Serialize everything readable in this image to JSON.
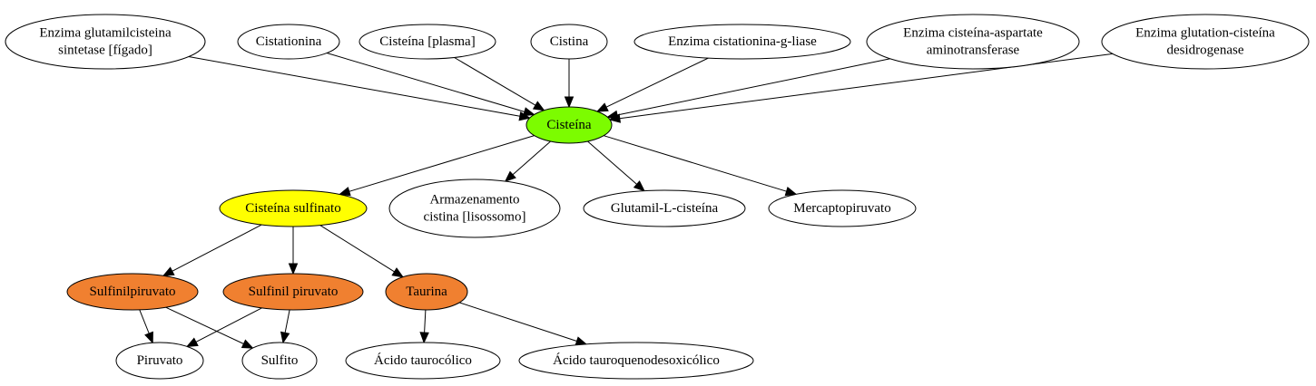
{
  "diagram": {
    "colors": {
      "center": "#7cfc00",
      "intermediate": "#ffff00",
      "product": "#f08030",
      "default": "#ffffff"
    },
    "nodes": [
      {
        "id": "glutamilcisteina",
        "lines": [
          "Enzima glutamilcisteina",
          "sintetase [fígado]"
        ],
        "fill": "default"
      },
      {
        "id": "cistationina",
        "lines": [
          "Cistationina"
        ],
        "fill": "default"
      },
      {
        "id": "cisteina_plasma",
        "lines": [
          "Cisteína [plasma]"
        ],
        "fill": "default"
      },
      {
        "id": "cistina",
        "lines": [
          "Cistina"
        ],
        "fill": "default"
      },
      {
        "id": "cistationina_liase",
        "lines": [
          "Enzima cistationina-g-liase"
        ],
        "fill": "default"
      },
      {
        "id": "aspartate_aminotransferase",
        "lines": [
          "Enzima cisteína-aspartate",
          "aminotransferase"
        ],
        "fill": "default"
      },
      {
        "id": "glutation_desidrogenase",
        "lines": [
          "Enzima glutation-cisteína",
          "desidrogenase"
        ],
        "fill": "default"
      },
      {
        "id": "cisteina",
        "lines": [
          "Cisteína"
        ],
        "fill": "center"
      },
      {
        "id": "cisteina_sulfinato",
        "lines": [
          "Cisteína sulfinato"
        ],
        "fill": "intermediate"
      },
      {
        "id": "armazenamento",
        "lines": [
          "Armazenamento",
          "cistina [lisossomo]"
        ],
        "fill": "default"
      },
      {
        "id": "glutamil_l_cisteina",
        "lines": [
          "Glutamil-L-cisteína"
        ],
        "fill": "default"
      },
      {
        "id": "mercaptopiruvato",
        "lines": [
          "Mercaptopiruvato"
        ],
        "fill": "default"
      },
      {
        "id": "sulfinilpiruvato",
        "lines": [
          "Sulfinilpiruvato"
        ],
        "fill": "product"
      },
      {
        "id": "sulfinil_piruvato",
        "lines": [
          "Sulfinil piruvato"
        ],
        "fill": "product"
      },
      {
        "id": "taurina",
        "lines": [
          "Taurina"
        ],
        "fill": "product"
      },
      {
        "id": "piruvato",
        "lines": [
          "Piruvato"
        ],
        "fill": "default"
      },
      {
        "id": "sulfito",
        "lines": [
          "Sulfito"
        ],
        "fill": "default"
      },
      {
        "id": "taurocolico",
        "lines": [
          "Ácido taurocólico"
        ],
        "fill": "default"
      },
      {
        "id": "tauroquenodesoxicolico",
        "lines": [
          "Ácido tauroquenodesoxicólico"
        ],
        "fill": "default"
      }
    ],
    "edges": [
      {
        "from": "glutamilcisteina",
        "to": "cisteina"
      },
      {
        "from": "cistationina",
        "to": "cisteina"
      },
      {
        "from": "cisteina_plasma",
        "to": "cisteina"
      },
      {
        "from": "cistina",
        "to": "cisteina"
      },
      {
        "from": "cistationina_liase",
        "to": "cisteina"
      },
      {
        "from": "aspartate_aminotransferase",
        "to": "cisteina"
      },
      {
        "from": "glutation_desidrogenase",
        "to": "cisteina"
      },
      {
        "from": "cisteina",
        "to": "cisteina_sulfinato"
      },
      {
        "from": "cisteina",
        "to": "armazenamento"
      },
      {
        "from": "cisteina",
        "to": "glutamil_l_cisteina"
      },
      {
        "from": "cisteina",
        "to": "mercaptopiruvato"
      },
      {
        "from": "cisteina_sulfinato",
        "to": "sulfinilpiruvato"
      },
      {
        "from": "cisteina_sulfinato",
        "to": "sulfinil_piruvato"
      },
      {
        "from": "cisteina_sulfinato",
        "to": "taurina"
      },
      {
        "from": "sulfinilpiruvato",
        "to": "piruvato"
      },
      {
        "from": "sulfinilpiruvato",
        "to": "sulfito"
      },
      {
        "from": "sulfinil_piruvato",
        "to": "piruvato"
      },
      {
        "from": "sulfinil_piruvato",
        "to": "sulfito"
      },
      {
        "from": "taurina",
        "to": "taurocolico"
      },
      {
        "from": "taurina",
        "to": "tauroquenodesoxicolico"
      }
    ]
  }
}
